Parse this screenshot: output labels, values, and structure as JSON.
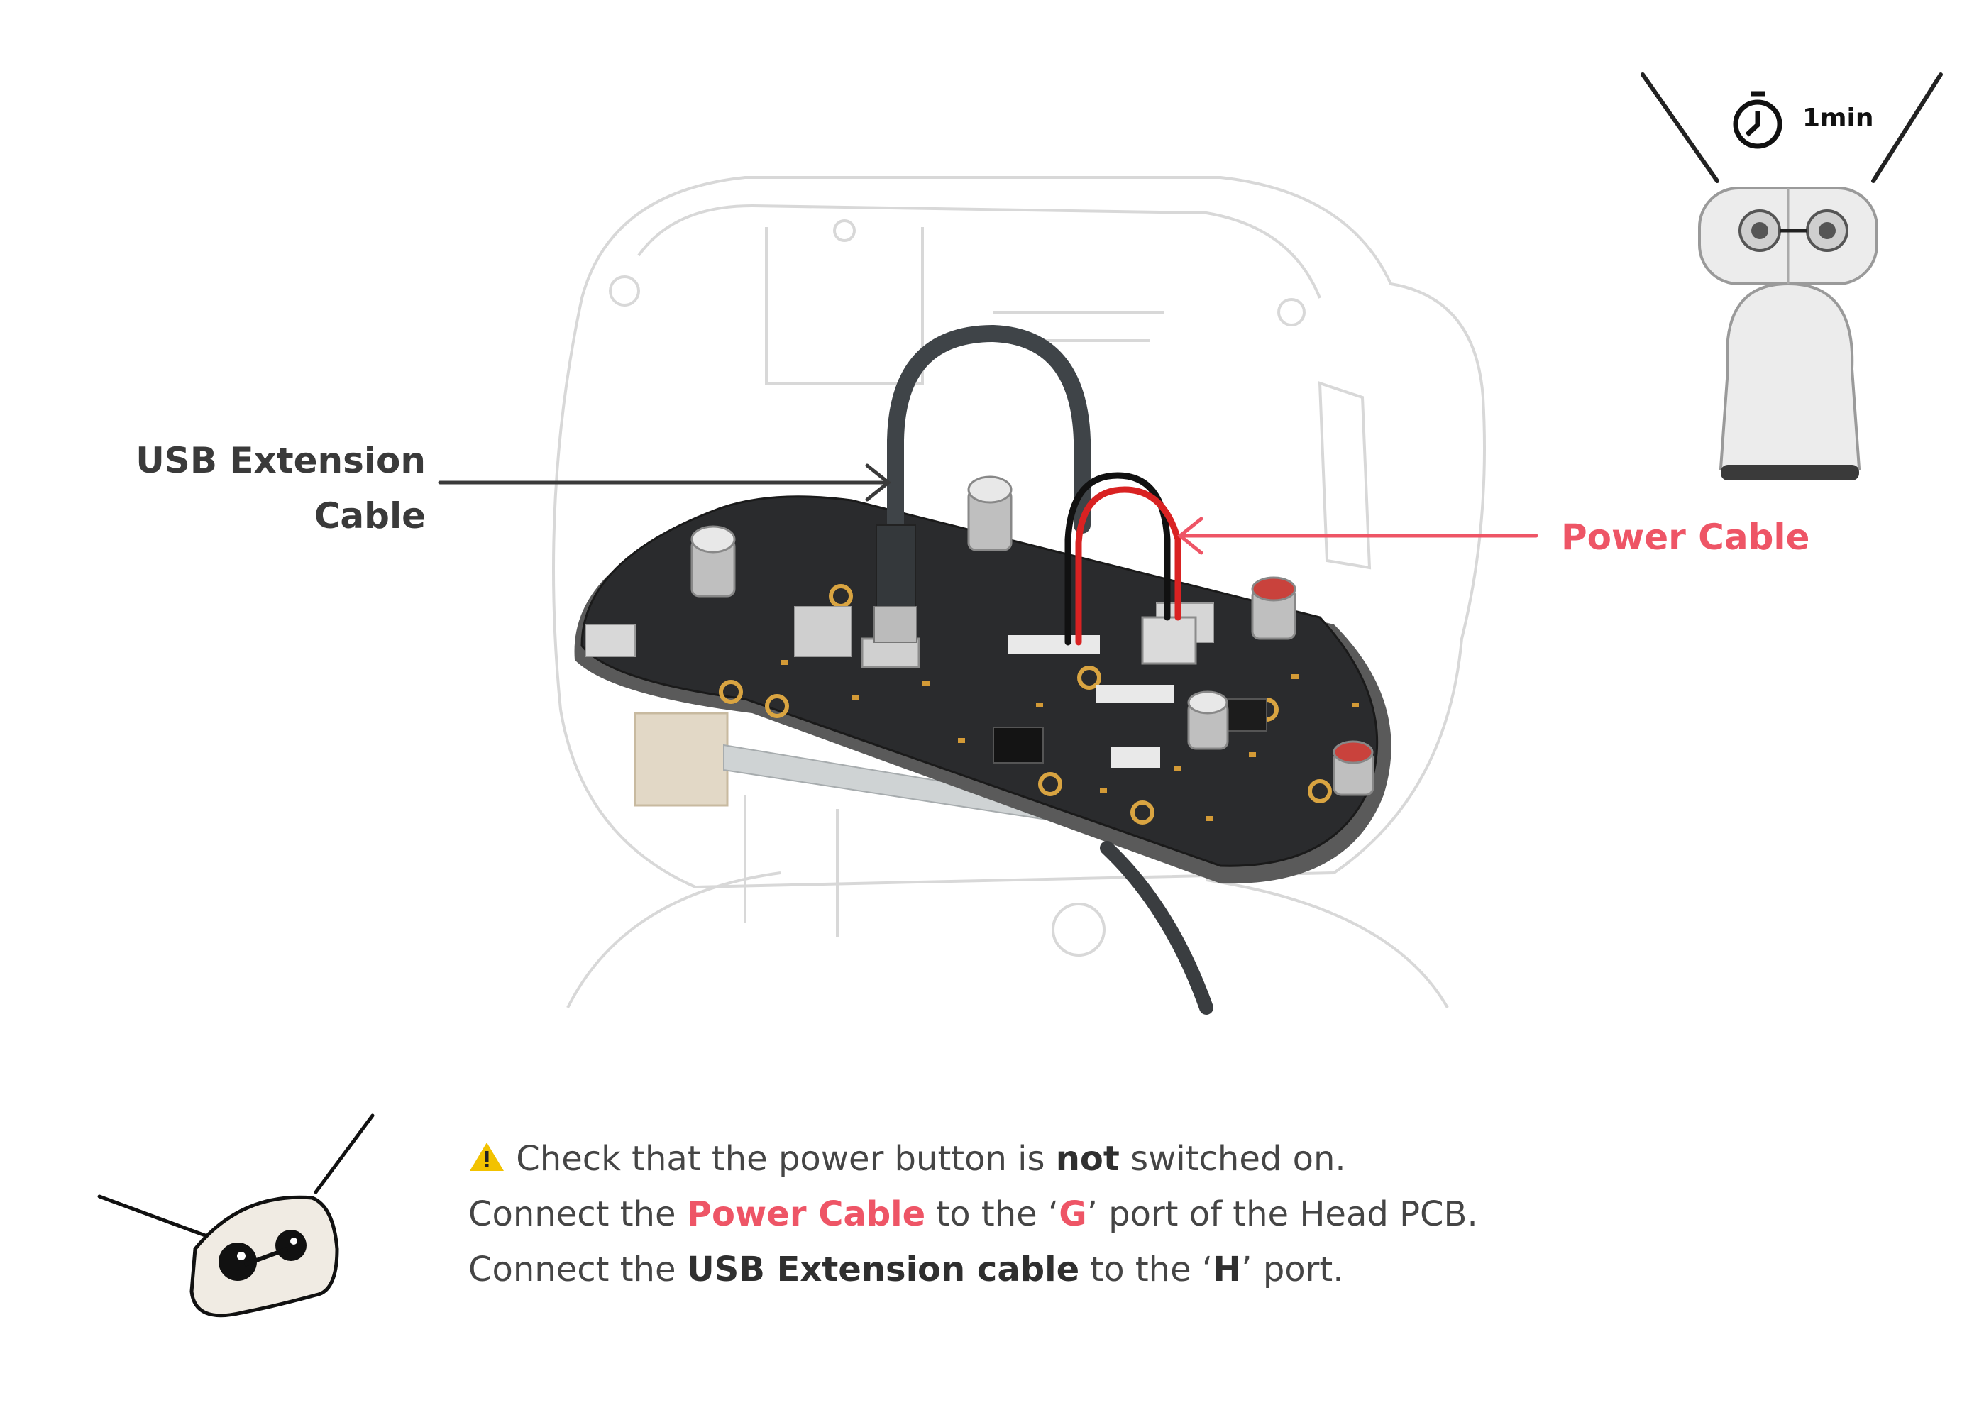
{
  "labels": {
    "usb_line1": "USB Extension",
    "usb_line2": "Cable",
    "power": "Power Cable",
    "timer": "1min"
  },
  "instructions": {
    "line1_pre": " Check that the power button is ",
    "line1_bold": "not",
    "line1_post": " switched on.",
    "line2_pre": "Connect the ",
    "line2_red": "Power Cable",
    "line2_mid": " to the ‘",
    "line2_port": "G",
    "line2_post": "’ port of the Head PCB.",
    "line3_pre": "Connect the ",
    "line3_bold": "USB Extension cable",
    "line3_mid": " to the ‘",
    "line3_port": "H",
    "line3_post": "’ port."
  },
  "colors": {
    "accent_red": "#ee5566",
    "dark_text": "#3a3a3a",
    "warning_yellow": "#f2c200"
  },
  "icons": [
    "warning-icon",
    "stopwatch-icon",
    "robot-icon",
    "robot-mascot-icon"
  ]
}
